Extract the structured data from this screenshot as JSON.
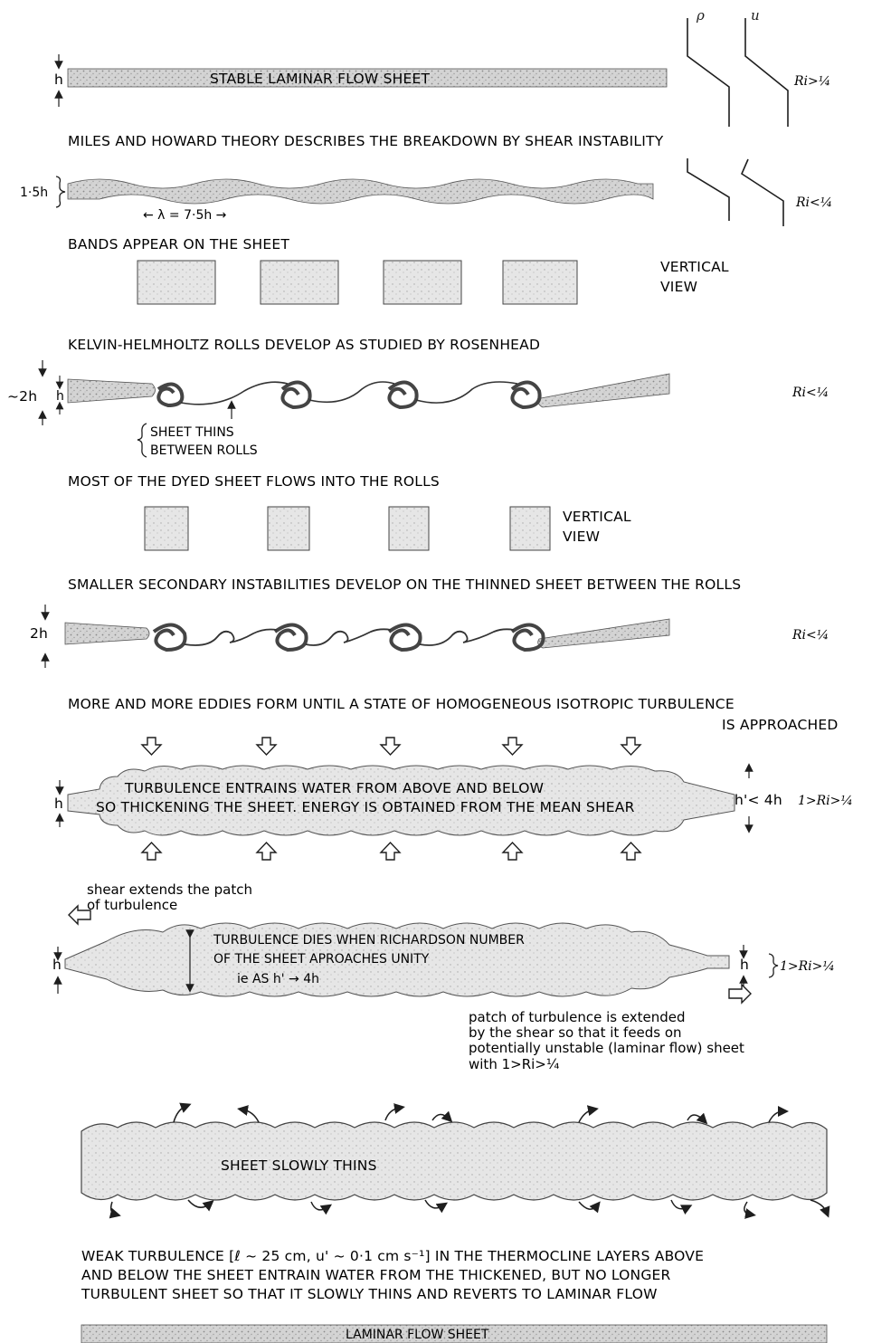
{
  "profile_labels": {
    "rho": "ρ",
    "u": "u"
  },
  "ri": {
    "stable": "Ri>¼",
    "unstable": "Ri<¼",
    "partial": "1>Ri>¼"
  },
  "dims": {
    "h": "h",
    "one_five_h": "1·5h",
    "wavelength": "← λ = 7·5h →",
    "two_h_approx": "~2h",
    "two_h": "2h",
    "h_prime": "h'< 4h"
  },
  "stages": {
    "s1_sheet_label": "STABLE LAMINAR FLOW SHEET",
    "s2_caption": "MILES AND HOWARD THEORY DESCRIBES THE BREAKDOWN BY SHEAR INSTABILITY",
    "s3_caption": "BANDS APPEAR ON THE SHEET",
    "vertical_view": "VERTICAL VIEW",
    "s4_caption": "KELVIN-HELMHOLTZ ROLLS DEVELOP AS STUDIED BY ROSENHEAD",
    "sheet_thins_1": "SHEET THINS",
    "sheet_thins_2": "BETWEEN ROLLS",
    "s5_caption": "MOST OF THE DYED SHEET FLOWS INTO THE ROLLS",
    "s6_caption": "SMALLER SECONDARY INSTABILITIES DEVELOP ON THE THINNED SHEET BETWEEN THE ROLLS",
    "s7_caption_1": "MORE AND MORE EDDIES FORM UNTIL A STATE OF HOMOGENEOUS ISOTROPIC TURBULENCE",
    "s7_caption_2": "IS APPROACHED",
    "entrain_1": "TURBULENCE ENTRAINS WATER FROM ABOVE AND BELOW",
    "entrain_2": "SO THICKENING THE SHEET. ENERGY IS OBTAINED FROM THE MEAN SHEAR",
    "shear_note_1": "shear extends the patch",
    "shear_note_2": "of turbulence",
    "dies_1": "TURBULENCE DIES WHEN RICHARDSON NUMBER",
    "dies_2": "OF THE SHEET APROACHES UNITY",
    "dies_3": "ie AS h' → 4h",
    "patch_1": "patch of turbulence is extended",
    "patch_2": "by the shear so that it feeds on",
    "patch_3": "potentially unstable (laminar flow) sheet",
    "patch_4": "with 1>Ri>¼",
    "thins": "SHEET SLOWLY THINS",
    "weak_1": "WEAK TURBULENCE [ℓ ~ 25 cm, u' ~ 0·1 cm s⁻¹] IN THE THERMOCLINE LAYERS ABOVE",
    "weak_2": "AND BELOW THE SHEET ENTRAIN WATER FROM THE THICKENED, BUT NO LONGER",
    "weak_3": "TURBULENT SHEET SO THAT IT SLOWLY THINS AND REVERTS TO LAMINAR FLOW",
    "final_sheet": "LAMINAR FLOW SHEET"
  }
}
